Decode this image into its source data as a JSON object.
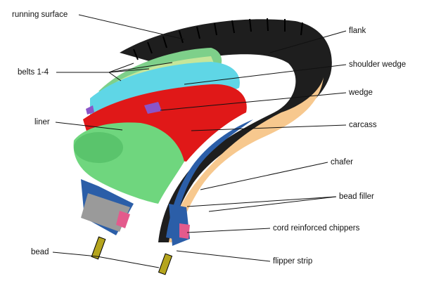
{
  "labels": {
    "running_surface": "running surface",
    "flank": "flank",
    "belts": "belts 1-4",
    "shoulder_wedge": "shoulder wedge",
    "wedge": "wedge",
    "liner": "liner",
    "carcass": "carcass",
    "chafer": "chafer",
    "bead_filler": "bead filler",
    "cord_reinforced_chippers": "cord reinforced chippers",
    "bead": "bead",
    "flipper_strip": "flipper strip"
  },
  "colors": {
    "tread": "#1e1e1e",
    "belts": "#7ed08a",
    "belts_light": "#c6e69a",
    "shoulder_wedge": "#5fd6e6",
    "carcass": "#e01818",
    "liner": "#6fd67e",
    "chafer": "#f7c88e",
    "blue_layer": "#2b5ea8",
    "bead_wire": "#b5a51e",
    "purple": "#8a55c8",
    "pink": "#e35a8c",
    "grey": "#9a9a9a"
  }
}
